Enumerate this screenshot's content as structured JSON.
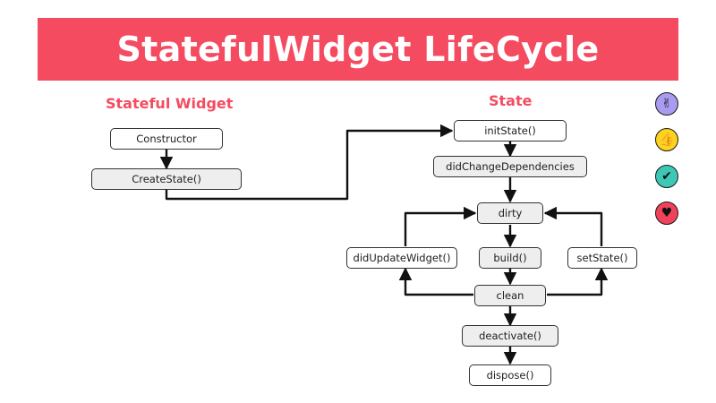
{
  "title": "StatefulWidget LifeCycle",
  "colors": {
    "accent": "#f44b60",
    "line": "#111111",
    "node_fill": "#eeeeee"
  },
  "columns": {
    "left_title": "Stateful Widget",
    "right_title": "State"
  },
  "nodes": {
    "constructor": "Constructor",
    "create_state": "CreateState()",
    "init_state": "initState()",
    "did_change_dependencies": "didChangeDependencies",
    "dirty": "dirty",
    "did_update_widget": "didUpdateWidget()",
    "build": "build()",
    "set_state": "setState()",
    "clean": "clean",
    "deactivate": "deactivate()",
    "dispose": "dispose()"
  },
  "reactions": [
    {
      "icon": "peace-hand-icon",
      "glyph": "✌",
      "color": "#a99cf0"
    },
    {
      "icon": "thumbs-up-icon",
      "glyph": "👍",
      "color": "#ffd21f"
    },
    {
      "icon": "check-icon",
      "glyph": "✔",
      "color": "#3cc8b4"
    },
    {
      "icon": "heart-icon",
      "glyph": "♥",
      "color": "#f0435a"
    }
  ]
}
